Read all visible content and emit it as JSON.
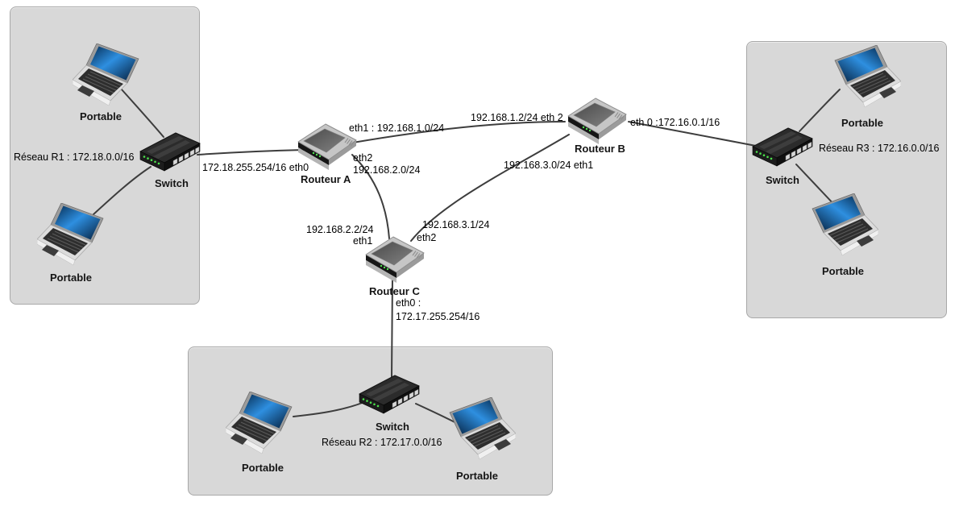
{
  "networks": {
    "r1": "Réseau R1 : 172.18.0.0/16",
    "r2": "Réseau R2 : 172.17.0.0/16",
    "r3": "Réseau R3 : 172.16.0.0/16"
  },
  "devices": {
    "portable": "Portable",
    "switch": "Switch",
    "router_a": "Routeur A",
    "router_b": "Routeur B",
    "router_c": "Routeur C"
  },
  "interfaces": {
    "a_eth0": "172.18.255.254/16 eth0",
    "a_eth1": "eth1 : 192.168.1.0/24",
    "a_eth2_name": "eth2",
    "a_eth2_net": "192.168.2.0/24",
    "b_eth2": "192.168.1.2/24 eth 2",
    "b_eth0": "eth 0 :172.16.0.1/16",
    "b_eth1": "192.168.3.0/24 eth1",
    "c_eth1_ip": "192.168.2.2/24",
    "c_eth1_name": "eth1",
    "c_eth2_ip": "192.168.3.1/24",
    "c_eth2_name": "eth2",
    "c_eth0_name": "eth0 :",
    "c_eth0_ip": "172.17.255.254/16"
  },
  "colors": {
    "background": "#ffffff",
    "network_box": "#d8d8d8",
    "network_box_border": "#a8a8a8",
    "link": "#3d3d3d",
    "text": "#000000",
    "led_green": "#4ce04c",
    "laptop_screen_blue": "#2e8fe0"
  }
}
